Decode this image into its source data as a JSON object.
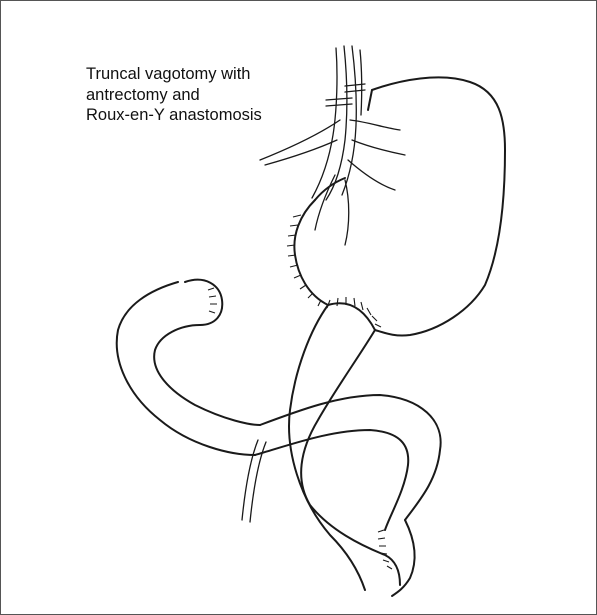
{
  "caption": {
    "lines": [
      "Truncal vagotomy with",
      "antrectomy and",
      "Roux-en-Y anastomosis"
    ]
  },
  "colors": {
    "ink": "#1a1a1a",
    "frame": "#555555",
    "background": "#ffffff"
  }
}
